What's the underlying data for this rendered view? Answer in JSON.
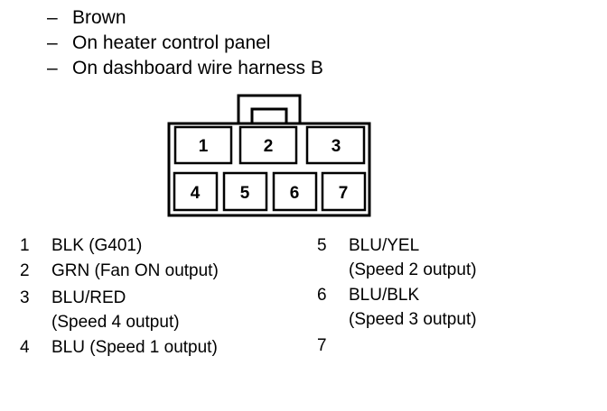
{
  "header": {
    "lines": [
      "Brown",
      "On heater control panel",
      "On dashboard wire harness B"
    ]
  },
  "connector": {
    "pins_top": [
      "1",
      "2",
      "3"
    ],
    "pins_bottom": [
      "4",
      "5",
      "6",
      "7"
    ]
  },
  "legend": {
    "left": [
      {
        "num": "1",
        "lines": [
          "BLK (G401)"
        ]
      },
      {
        "num": "2",
        "lines": [
          "GRN (Fan ON output)"
        ]
      },
      {
        "num": "3",
        "lines": [
          "BLU/RED",
          "(Speed 4 output)"
        ]
      },
      {
        "num": "4",
        "lines": [
          "BLU (Speed 1 output)"
        ]
      }
    ],
    "right": [
      {
        "num": "5",
        "lines": [
          "BLU/YEL",
          "(Speed 2 output)"
        ]
      },
      {
        "num": "6",
        "lines": [
          "BLU/BLK",
          "(Speed 3 output)"
        ]
      },
      {
        "num": "7",
        "lines": []
      }
    ]
  }
}
